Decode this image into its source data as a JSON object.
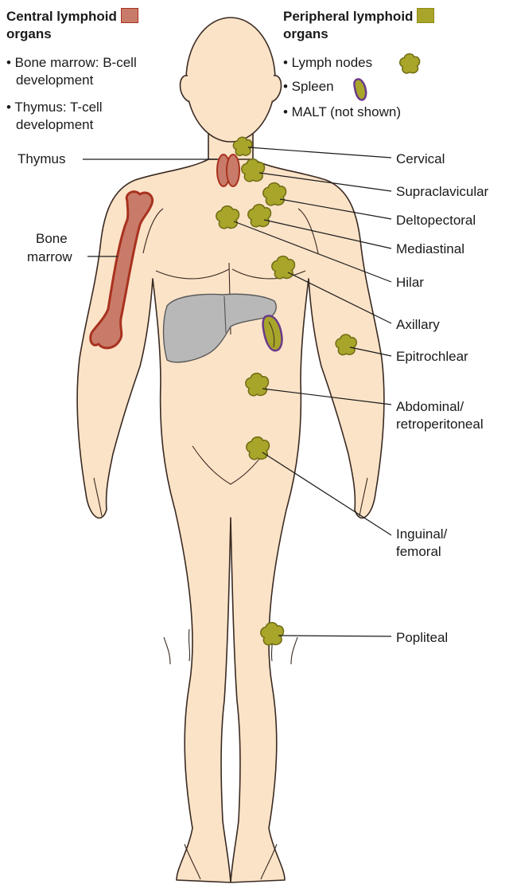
{
  "legend": {
    "central": {
      "heading_line1": "Central lymphoid",
      "heading_line2": "organs",
      "items": [
        [
          "• Bone marrow: B-cell",
          "development"
        ],
        [
          "• Thymus: T-cell",
          "development"
        ]
      ],
      "swatch_color": "#c97b6a"
    },
    "peripheral": {
      "heading_line1": "Peripheral lymphoid",
      "heading_line2": "organs",
      "items": [
        "• Lymph nodes",
        "• Spleen",
        "• MALT (not shown)"
      ],
      "swatch_color": "#a8a52a"
    }
  },
  "left_labels": {
    "thymus": "Thymus",
    "bone_marrow_line1": "Bone",
    "bone_marrow_line2": "marrow"
  },
  "node_labels": [
    [
      "Cervical"
    ],
    [
      "Supraclavicular"
    ],
    [
      "Deltopectoral"
    ],
    [
      "Mediastinal"
    ],
    [
      "Hilar"
    ],
    [
      "Axillary"
    ],
    [
      "Epitrochlear"
    ],
    [
      "Abdominal/",
      "retroperitoneal"
    ],
    [
      "Inguinal/",
      "femoral"
    ],
    [
      "Popliteal"
    ]
  ],
  "colors": {
    "skin": "#fbe3c8",
    "skin_outline": "#3a2a22",
    "lymph_node": "#a8a52a",
    "lymph_node_outline": "#6f6c14",
    "bone": "#c97b6a",
    "bone_outline": "#a8321e",
    "liver": "#b8b8b8",
    "spleen_outline": "#6b3a8a"
  }
}
